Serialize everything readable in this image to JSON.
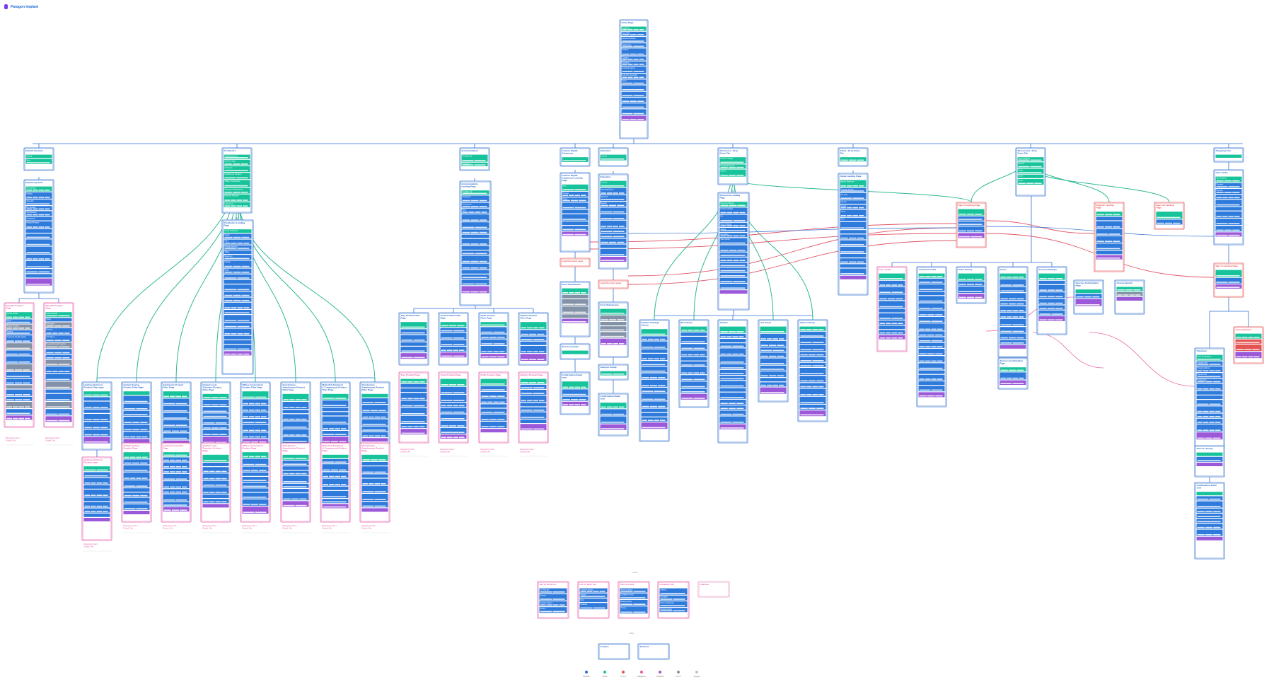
{
  "app": {
    "title": "Paragon Implant"
  },
  "colors": {
    "teal": "#17c39a",
    "blue": "#2f7bdc",
    "purple": "#9b59d9",
    "pink": "#e45aa6",
    "red": "#e55353",
    "grey": "#8392a6",
    "line_blue": "#2f6fd0",
    "line_teal": "#2fb894",
    "line_red": "#e05466",
    "line_pink": "#e86aa8"
  },
  "home": {
    "title": "Home Page",
    "sections": [
      "Navigation",
      "Hero Slider",
      "Featured Products",
      "Latest news",
      "Products",
      "Catalogs",
      "Education",
      "Technical Support",
      "Subscribe Newsletter",
      "Footer"
    ]
  },
  "nav_sections": [
    {
      "title": "Implant Systems",
      "items": [
        "Conical",
        "Zeno",
        "Zirconia"
      ]
    },
    {
      "title": "Prosthetics",
      "items": [
        "Healing Abutment",
        "Implant Analog",
        "Abutments",
        "Implant Level Transfers",
        "TiBase / Connections",
        "Overdenture Attachments",
        "Multi-Unit Abutment",
        "Instruments"
      ]
    },
    {
      "title": "Instrumentation",
      "items": [
        "Prosthetic Kit",
        "Surgical Kit",
        "Components"
      ]
    },
    {
      "title": "Custom Digital Abutments",
      "items": []
    },
    {
      "title": "Education",
      "items": [
        "Courses",
        "Webinars"
      ]
    },
    {
      "title": "Resources - Drop Down Tab",
      "items": [
        "Product Catalogs",
        "Instructions for Use",
        "Articles",
        "Ifu Library",
        "Use Cases"
      ]
    },
    {
      "title": "About - Drop Down Tab",
      "items": []
    },
    {
      "title": "My Account - Drop Down Tab",
      "items": [
        "Sign In/ Register",
        "Sign out",
        "Profile",
        "Orders",
        "Forms",
        "Account Settings",
        "Customer Support"
      ]
    },
    {
      "title": "Shopping Cart",
      "items": []
    }
  ],
  "pages": {
    "implant_systems": {
      "title": "Implant Systems",
      "sections": [
        "Hero Section",
        "Catalog",
        "Quick Info",
        "Key Benefits",
        "Specifications",
        "Instruments",
        "Related Products"
      ]
    },
    "prosthetics_landing": {
      "title": "Prosthetics Landing Page",
      "sections": [
        "Dental Prosthetics",
        "Search",
        "Filter",
        "Healing Abutment",
        "TiBase",
        "Resources",
        "Catalog",
        "Blogs"
      ]
    },
    "instrumentation_landing": {
      "title": "Instrumentation Landing Page",
      "sections": [
        "Prosthetic Kit",
        "Surgical Kit",
        "Components",
        "Blog"
      ]
    },
    "custom_digital_landing": {
      "title": "Custom Digital Abutments Landing Page",
      "sections": [
        "Hero",
        "Process",
        "Forms"
      ]
    },
    "education": {
      "title": "Education",
      "sections": [
        "Courses",
        "Upcoming Events",
        "Webinars",
        "Register"
      ]
    },
    "resources_landing": {
      "title": "Resources Landing Page",
      "sections": [
        "Resources Banner",
        "Product Catalogs",
        "IFU",
        "Order Category",
        "Articles",
        "Use Cases",
        "Video Library"
      ]
    },
    "about_landing": {
      "title": "About Landing Page",
      "sections": [
        "Mission Statement",
        "Company timeline",
        "Our Story",
        "Careers",
        "Contact",
        "Events",
        "Team"
      ]
    },
    "my_account": {
      "title": "My Account - Drop Down Tab"
    }
  },
  "pdp_left": [
    {
      "title": "Specific Product Page",
      "sections": [
        "Product Details",
        "Specs",
        "Related Products",
        "Reviews",
        "Frequently bought together"
      ]
    },
    {
      "title": "Specific Product Page",
      "sections": [
        "Product Details",
        "Specs",
        "Description",
        "Reviews",
        "Tech Specs",
        "Frequently bought together"
      ]
    }
  ],
  "filter_pages_row1": [
    {
      "title": "Healing Abutment Product Filter page"
    },
    {
      "title": "Implant Analog Product Filter Page"
    },
    {
      "title": "Abutments Product Filter Page"
    },
    {
      "title": "Implant Level Transfers Product Filter Page"
    },
    {
      "title": "TiBase Connections Product Filter Page"
    },
    {
      "title": "Overdenture Attachments Product Filter Page"
    },
    {
      "title": "Multi-Unit Abutment & Components Product Filter Page"
    },
    {
      "title": "Overdenture Attachments Product Filter Page"
    }
  ],
  "product_pages_row2": [
    {
      "title": "Healing Abutment Product page"
    },
    {
      "title": "Implant Analog Product Page"
    },
    {
      "title": "Abutments Product Page"
    },
    {
      "title": "Implant Level Transfers Product Page"
    },
    {
      "title": "TiBase Connections Product Page"
    },
    {
      "title": "Overdenture Attachments Product Page"
    },
    {
      "title": "Multi-Unit Abutment & Components Product Page"
    },
    {
      "title": "Overdenture Attachments Product Page"
    }
  ],
  "instrument_filter_pages": [
    {
      "title": "Tray Product Filter Page"
    },
    {
      "title": "Tools Product Filter Page"
    },
    {
      "title": "Drills Product Filter Page"
    },
    {
      "title": "Ratchet Product Filter Page"
    }
  ],
  "instrument_product_pages": [
    {
      "title": "Tray Product Page"
    },
    {
      "title": "Tools Product Page"
    },
    {
      "title": "Drills Product Page"
    },
    {
      "title": "Ratchet Product Page"
    }
  ],
  "resource_sub_pages": [
    {
      "title": "Product Catalogs Library"
    },
    {
      "title": "IFU Library"
    },
    {
      "title": "Articles"
    },
    {
      "title": "Use Cases"
    },
    {
      "title": "Videos Library"
    }
  ],
  "account_pages": [
    {
      "title": "Cart / Order"
    },
    {
      "title": "Customer Profile"
    },
    {
      "title": "Order History"
    },
    {
      "title": "Forms"
    },
    {
      "title": "Account Settings"
    }
  ],
  "auth_pages": [
    {
      "title": "Sign In Landing Page"
    },
    {
      "title": "Register Landing Page"
    },
    {
      "title": "Sign out Landing Page"
    }
  ],
  "cart": {
    "title": "Cart / Order",
    "sections": [
      "Your Products",
      "Checkout",
      "Payment"
    ]
  },
  "checkout": {
    "title": "Checkout",
    "sections": [
      "Order Confirmation",
      "Customer Info",
      "Shipping Address",
      "Payment Info",
      "Confirmation"
    ]
  },
  "misc": {
    "login_account_page": "Login/Account page",
    "form_submission": "Form Submission",
    "success_popup": "Success Popup",
    "confirmation_email": "Confirmation Email sent",
    "success_confirmation": "Success Confirmation Page",
    "access_denied": "Access Denied",
    "shopping_cart": "Shopping Cart / Check Out",
    "footer_label": "Footer",
    "bottom_label": "Utility"
  },
  "footer_pages": [
    {
      "title": "Get To Know Us",
      "items": [
        "Our Purpose",
        "Careers",
        "Company History",
        "Articles"
      ]
    },
    {
      "title": "Let Us Help You",
      "items": [
        "Customer Service",
        "Support",
        "FAQ",
        "Webinars",
        "Instructions for Use"
      ]
    },
    {
      "title": "Your Account",
      "items": [
        "Terms of Service",
        "Conditions of Use",
        "Shipping Rates",
        "Privacy",
        "Returns"
      ]
    },
    {
      "title": "Company Info",
      "items": [
        "Address",
        "Education",
        "Hours of Operation",
        "Social Accounts"
      ]
    },
    {
      "title": "Chat bot",
      "items": []
    }
  ],
  "utility_pages": [
    {
      "title": "Cookies"
    },
    {
      "title": "404 error"
    }
  ],
  "legend": [
    {
      "label": "Default",
      "color": "#2f6fd0"
    },
    {
      "label": "Static",
      "color": "#17c39a"
    },
    {
      "label": "Form",
      "color": "#e55353"
    },
    {
      "label": "Magento",
      "color": "#e45aa6"
    },
    {
      "label": "Product",
      "color": "#9b59d9"
    },
    {
      "label": "Form",
      "color": "#8392a6"
    },
    {
      "label": "Popup",
      "color": "#b9c2cf"
    }
  ]
}
